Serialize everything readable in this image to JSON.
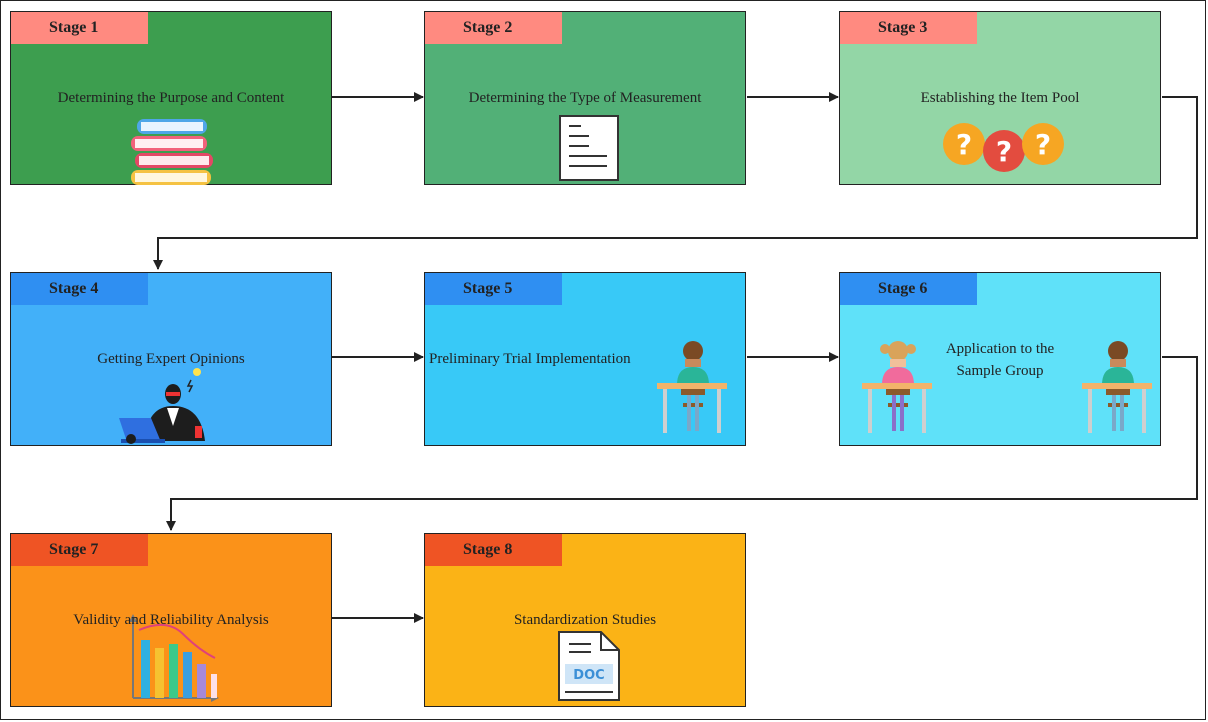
{
  "stages": [
    {
      "label": "Stage 1",
      "title": "Determining the Purpose and Content",
      "fill": "#3d9e4f",
      "tab": "#ff8a80",
      "icon": "books-icon"
    },
    {
      "label": "Stage 2",
      "title": "Determining the Type of Measurement",
      "fill": "#52b077",
      "tab": "#ff8a80",
      "icon": "document-icon"
    },
    {
      "label": "Stage 3",
      "title": "Establishing the Item Pool",
      "fill": "#93d6a6",
      "tab": "#ff8a80",
      "icon": "question-marks-icon"
    },
    {
      "label": "Stage 4",
      "title": "Getting Expert Opinions",
      "fill": "#42b0f9",
      "tab": "#2f8ff2",
      "icon": "expert-at-laptop-icon"
    },
    {
      "label": "Stage 5",
      "title": "Preliminary Trial Implementation",
      "fill": "#38c9f7",
      "tab": "#2f8ff2",
      "icon": "student-at-desk-icon"
    },
    {
      "label": "Stage 6",
      "title_line1": "Application to the",
      "title_line2": "Sample Group",
      "fill": "#5fe1f9",
      "tab": "#2f8ff2",
      "icon": "students-at-desks-icon"
    },
    {
      "label": "Stage 7",
      "title": "Validity and Reliability Analysis",
      "fill": "#fb9219",
      "tab": "#ef5424",
      "icon": "bar-chart-icon"
    },
    {
      "label": "Stage 8",
      "title": "Standardization Studies",
      "fill": "#fbb316",
      "tab": "#ef5424",
      "icon": "doc-file-icon"
    }
  ]
}
